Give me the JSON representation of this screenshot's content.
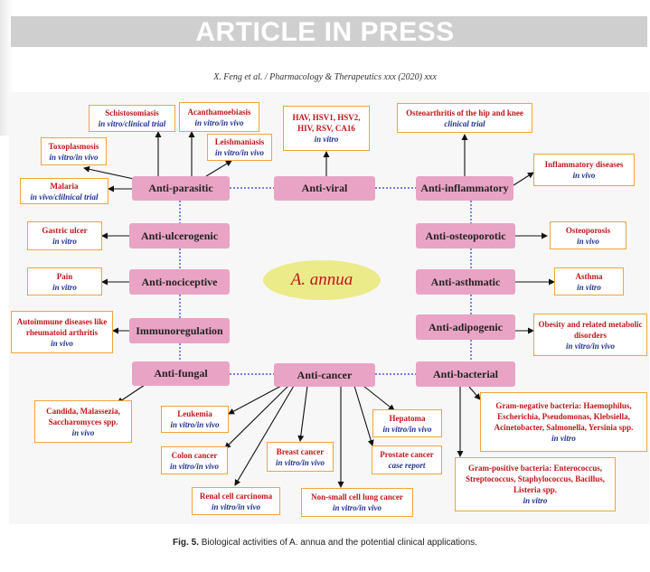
{
  "banner": "ARTICLE IN PRESS",
  "running_header": "X. Feng et al. / Pharmacology & Therapeutics xxx (2020) xxx",
  "center_label": "A. annua",
  "activities": {
    "parasitic": "Anti-parasitic",
    "viral": "Anti-viral",
    "inflammatory": "Anti-inflammatory",
    "ulcerogenic": "Anti-ulcerogenic",
    "osteoporotic": "Anti-osteoporotic",
    "nociceptive": "Anti-nociceptive",
    "asthmatic": "Anti-asthmatic",
    "immuno": "Immunoregulation",
    "adipogenic": "Anti-adipogenic",
    "fungal": "Anti-fungal",
    "cancer": "Anti-cancer",
    "bacterial": "Anti-bacterial"
  },
  "applications": {
    "schisto": {
      "name": "Schistosomiasis",
      "study": "in vitro/clinical trial"
    },
    "acanth": {
      "name": "Acanthamoebiasis",
      "study": "in vitro/in vivo"
    },
    "leish": {
      "name": "Leishmaniasis",
      "study": "in vitro/in vivo"
    },
    "toxo": {
      "name": "Toxoplasmosis",
      "study": "in vitro/in vivo"
    },
    "malaria": {
      "name": "Malaria",
      "study": "in vivo/clilnical trial"
    },
    "viruses": {
      "name": "HAV, HSV1, HSV2, HIV, RSV, CA16",
      "study": "in vitro"
    },
    "osteoarthritis": {
      "name": "Osteoarthritis of the hip and knee",
      "study": "clinical trial"
    },
    "inflam_dis": {
      "name": "Inflammatory diseases",
      "study": "in vivo"
    },
    "gastric": {
      "name": "Gastric ulcer",
      "study": "in vitro"
    },
    "osteoporosis": {
      "name": "Osteoporosis",
      "study": "in vivo"
    },
    "pain": {
      "name": "Pain",
      "study": "in vitro"
    },
    "asthma": {
      "name": "Asthma",
      "study": "in vitro"
    },
    "autoimmune": {
      "name": "Autoimmune diseases like rheumatoid arthritis",
      "study": "in vivo"
    },
    "obesity": {
      "name": "Obesity and related metabolic disorders",
      "study": "in vitro/in vivo"
    },
    "candida": {
      "name": "Candida, Malassezia, Saccharomyces spp.",
      "study": "in vivo"
    },
    "leukemia": {
      "name": "Leukemia",
      "study": "in vitro/in vivo"
    },
    "colon": {
      "name": "Colon cancer",
      "study": "in vitro/in vivo"
    },
    "renal": {
      "name": "Renal cell carcinoma",
      "study": "in vitro/in vivo"
    },
    "breast": {
      "name": "Breast cancer",
      "study": "in vitro/in vivo"
    },
    "nsclc": {
      "name": "Non-small cell lung cancer",
      "study": "in vitro/in vivo"
    },
    "hepatoma": {
      "name": "Hepatoma",
      "study": "in vitro/in vivo"
    },
    "prostate": {
      "name": "Prostate cancer",
      "study": "case report"
    },
    "gramneg": {
      "name": "Gram-negative bacteria: Haemophilus, Escherichia, Pseudomonas, Klebsiella, Acinetobacter, Salmonella, Yersinia spp.",
      "study": "in vitro"
    },
    "grampos": {
      "name": "Gram-positive bacteria: Enterococcus, Streptococcus, Staphylococcus, Bacillus, Listeria spp.",
      "study": "in vitro"
    }
  },
  "caption": {
    "label": "Fig. 5.",
    "text": "Biological activities of A. annua and the potential clinical applications."
  },
  "colors": {
    "activity_box": "#e9a4c5",
    "application_border": "#f2a33a",
    "disease_text": "#c0161a",
    "study_text": "#1f2f8f",
    "center_ellipse": "#eceb8a",
    "connector": "#2b3cc4"
  }
}
